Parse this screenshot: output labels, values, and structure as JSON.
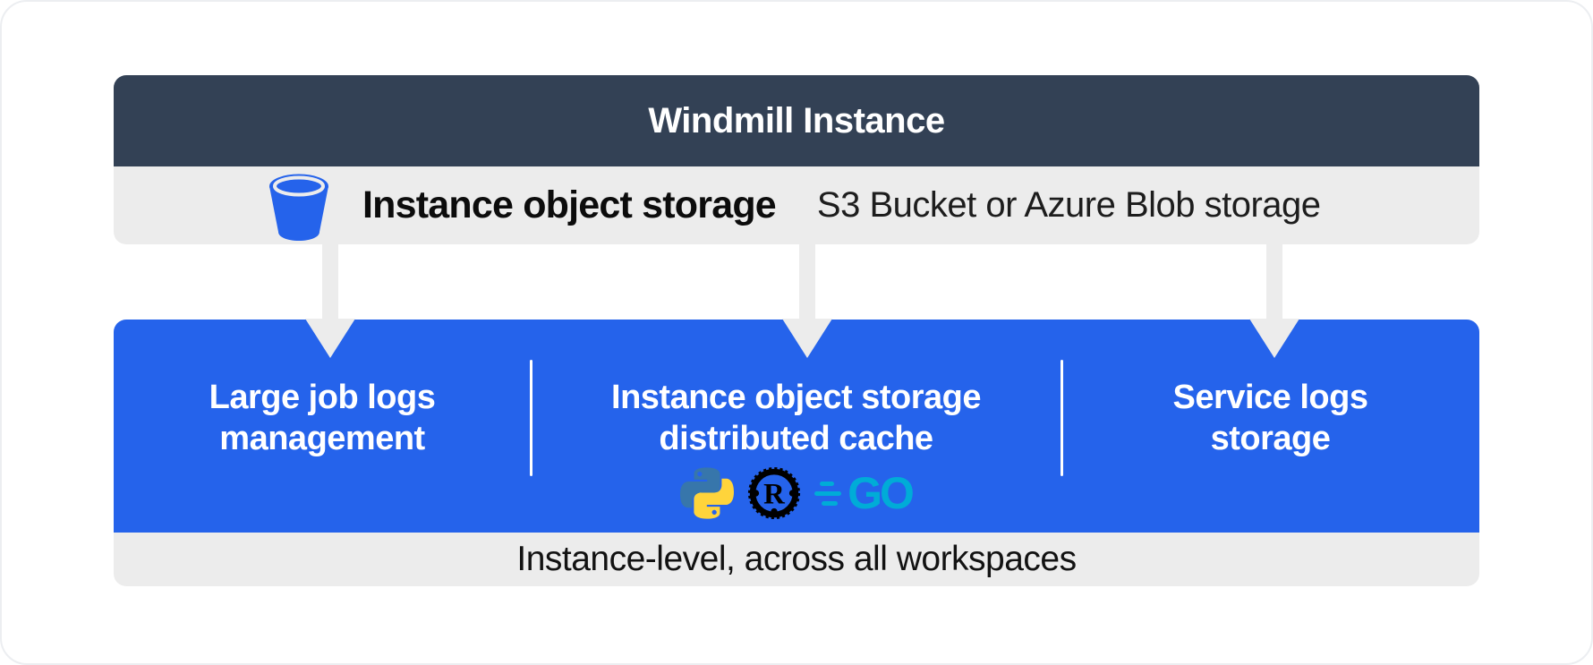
{
  "header": {
    "title": "Windmill Instance"
  },
  "storage_row": {
    "icon": "bucket-icon",
    "label": "Instance object storage",
    "sublabel": "S3 Bucket or Azure Blob storage"
  },
  "panel": {
    "sections": [
      {
        "title_lines": [
          "Large job logs",
          "management"
        ]
      },
      {
        "title_lines": [
          "Instance object storage",
          "distributed cache"
        ],
        "languages": [
          "python",
          "rust",
          "go"
        ]
      },
      {
        "title_lines": [
          "Service logs",
          "storage"
        ]
      }
    ],
    "footer": "Instance-level, across all workspaces"
  },
  "icons": {
    "go_label": "GO",
    "rust_letter": "R"
  },
  "colors": {
    "header_bg": "#334155",
    "accent_blue": "#2563eb",
    "light_gray": "#ececec",
    "go_teal": "#00ACD7",
    "python_blue": "#3776AB",
    "python_yellow": "#FFD43B",
    "rust_black": "#000000"
  }
}
